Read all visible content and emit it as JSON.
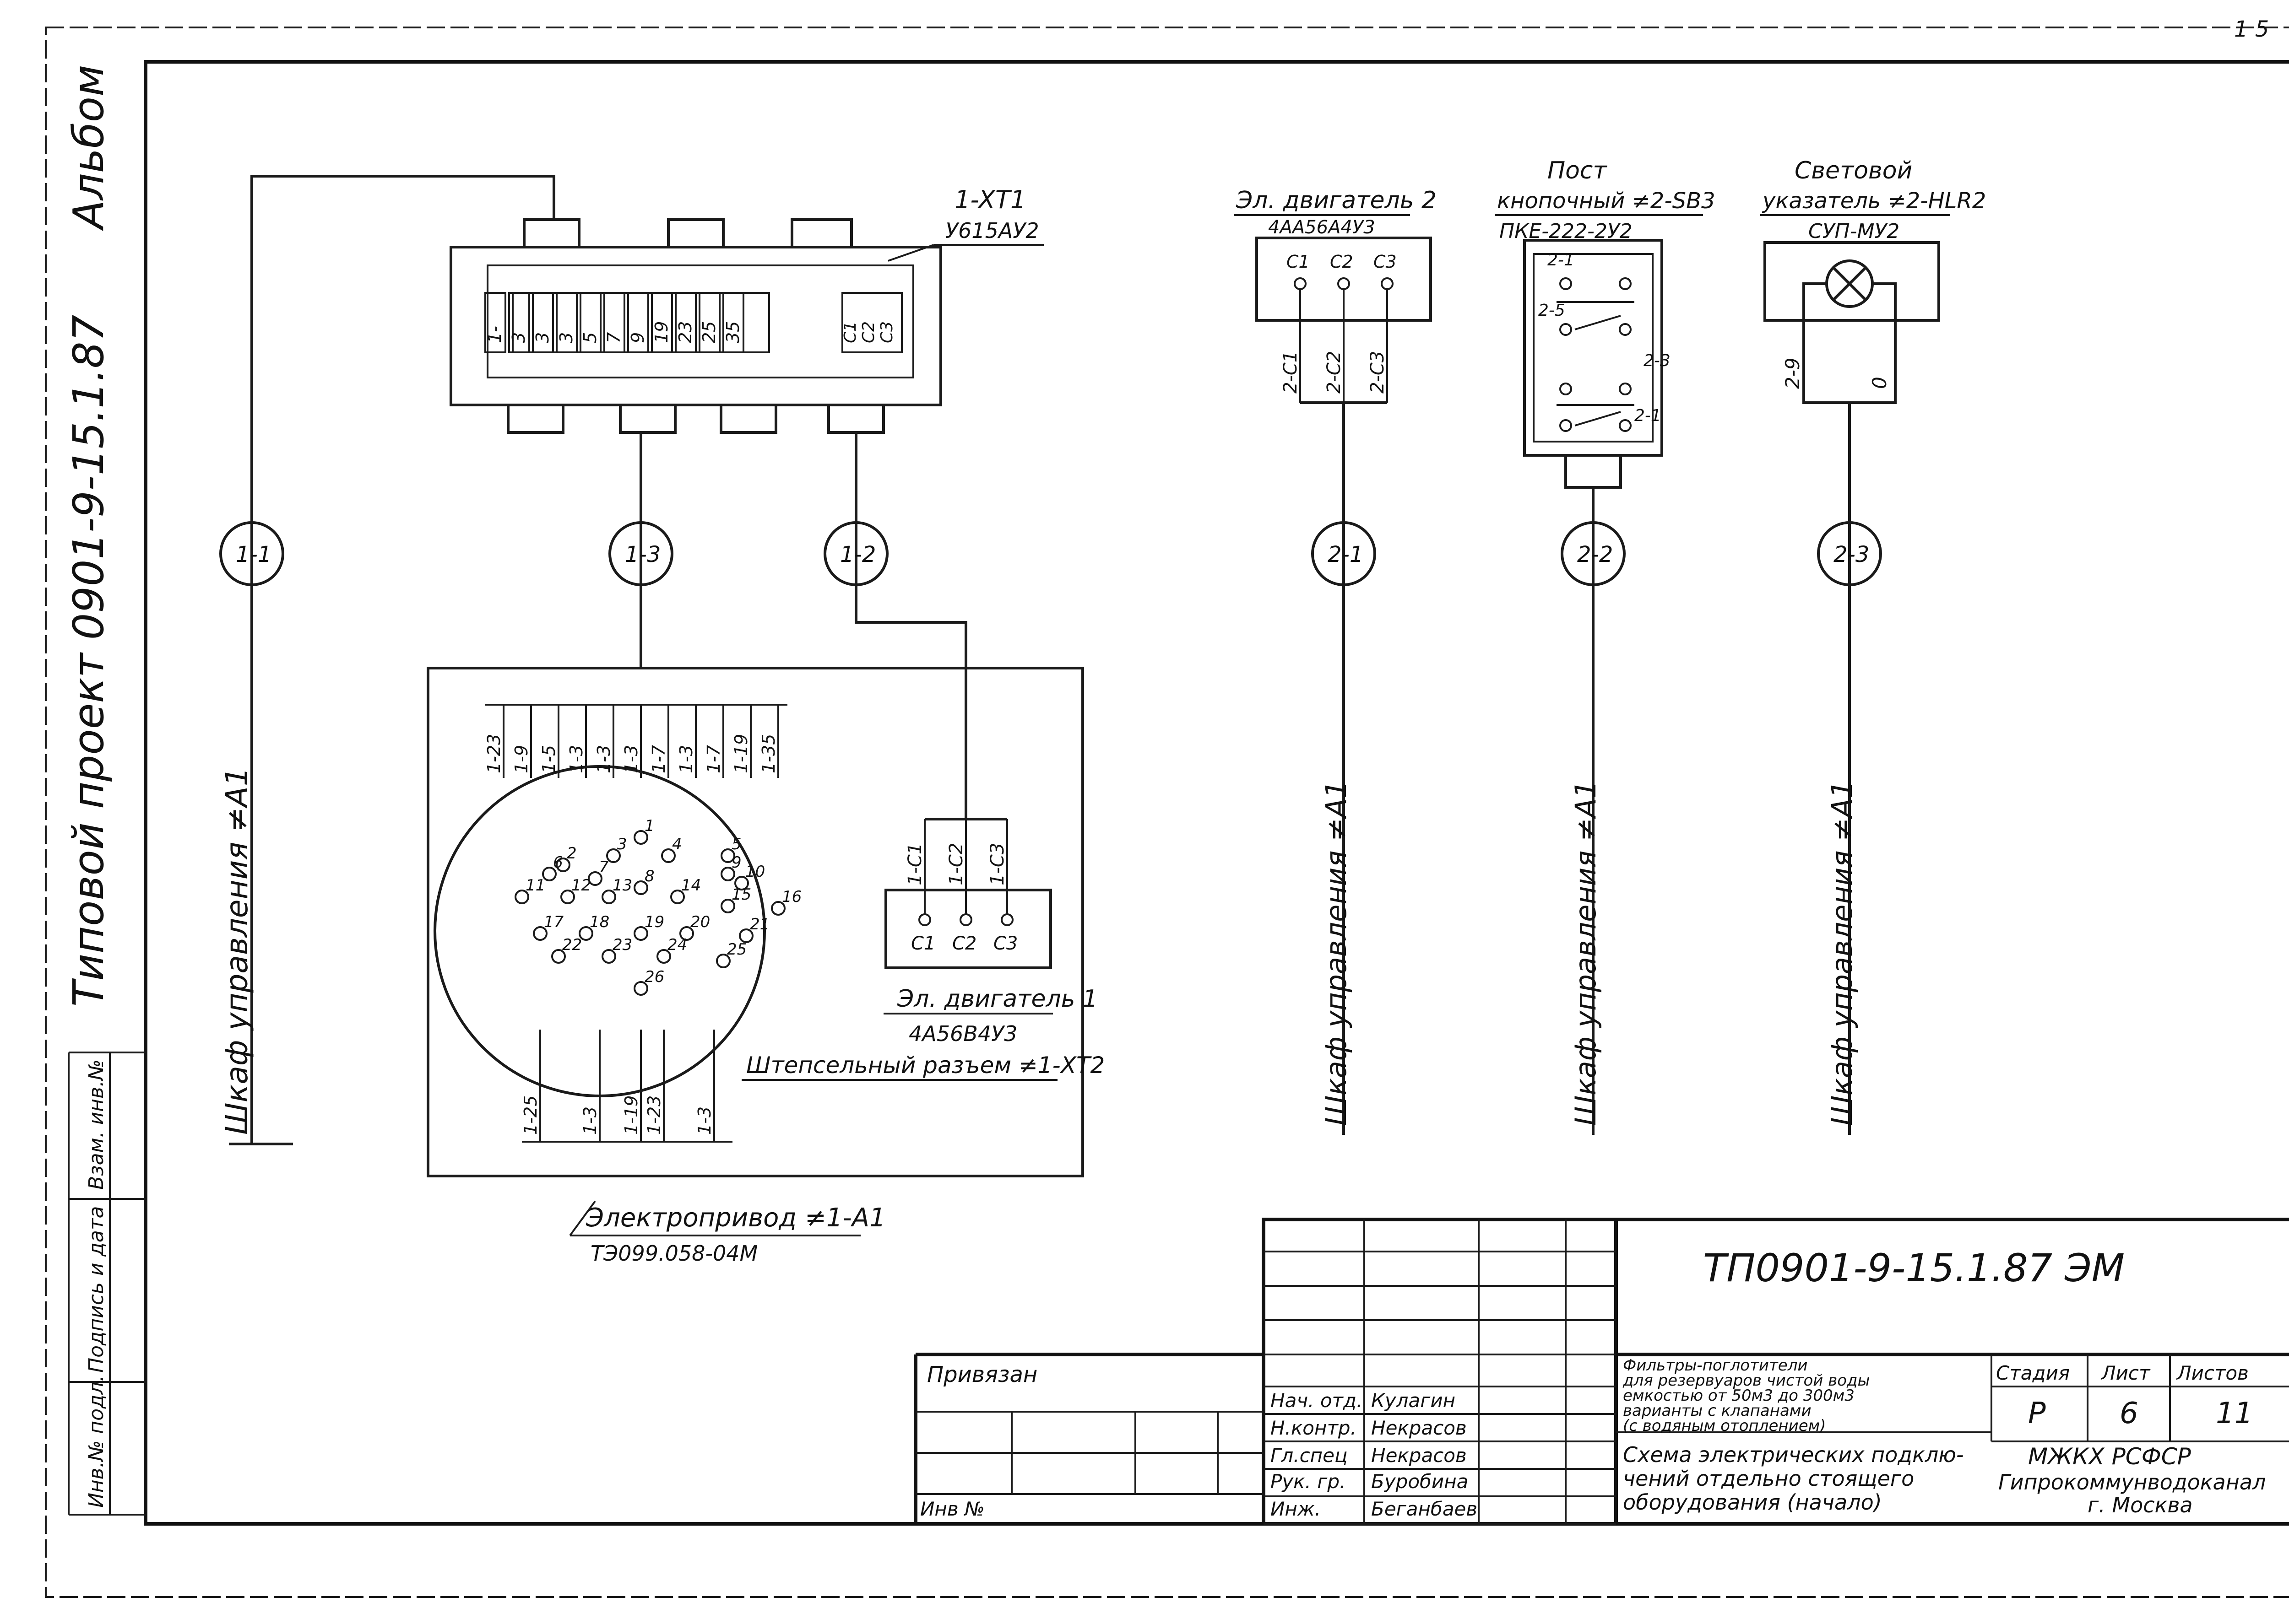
{
  "side_stamp": {
    "album": "Альбом",
    "title": "Типовой  проект 0901-9-15.1.87",
    "fields": [
      "Инв.№ подл.",
      "Подпись и дата",
      "Взам. инв.№"
    ]
  },
  "cables": {
    "c1_1": "1-1",
    "c1_3": "1-3",
    "c1_2": "1-2",
    "c2_1": "2-1",
    "c2_2": "2-2",
    "c2_3": "2-3",
    "cabinet_label": "Шкаф управления ≠A1"
  },
  "terminal_block": {
    "name": "1-XT1",
    "type": "У615АУ2",
    "left_terminals": [
      "1-",
      "3",
      "3",
      "3",
      "5",
      "7",
      "9",
      "19",
      "23",
      "25",
      "35"
    ],
    "right_terminals": [
      "C1",
      "C2",
      "C3"
    ]
  },
  "motor2": {
    "title": "Эл. двигатель 2",
    "type": "4АА56А4У3",
    "terminals": [
      "C1",
      "C2",
      "C3"
    ],
    "wires": [
      "2-C1",
      "2-C2",
      "2-C3"
    ]
  },
  "pushbutton": {
    "title": "Пост",
    "subtitle": "кнопочный ≠2-SB3",
    "type": "ПКЕ-222-2У2",
    "contacts": [
      "2-1",
      "2-5",
      "2-3",
      "2-1"
    ]
  },
  "lamp": {
    "title": "Световой",
    "subtitle": "указатель ≠2-HLR2",
    "type": "СУП-МУ2",
    "wires": [
      "2-9",
      "0"
    ]
  },
  "drive": {
    "top_wires": [
      "1-23",
      "1-9",
      "1-5",
      "1-3",
      "1-3",
      "1-3",
      "1-7",
      "1-3",
      "1-7",
      "1-19",
      "1-35"
    ],
    "pin_numbers": [
      "1",
      "2",
      "3",
      "4",
      "5",
      "6",
      "7",
      "8",
      "9",
      "10",
      "11",
      "12",
      "13",
      "14",
      "15",
      "16",
      "17",
      "18",
      "19",
      "20",
      "21",
      "22",
      "23",
      "24",
      "25",
      "26"
    ],
    "bottom_wires": [
      "1-25",
      "1-3",
      "1-19",
      "1-23",
      "1-3"
    ],
    "connector_label": "Штепсельный разъем ≠1-XT2",
    "title": "Электропривод ≠1-A1",
    "type": "ТЭ099.058-04М"
  },
  "motor1": {
    "wires": [
      "1-C1",
      "1-C2",
      "1-C3"
    ],
    "terminals": [
      "C1",
      "C2",
      "C3"
    ],
    "title": "Эл. двигатель 1",
    "type": "4А56В4У3"
  },
  "title_block": {
    "code": "ТП0901-9-15.1.87",
    "mark": "ЭМ",
    "linked": "Привязан",
    "inv": "Инв №",
    "roles": [
      "Нач. отд.",
      "Н.контр.",
      "Гл.спец",
      "Рук. гр.",
      "Инж."
    ],
    "names": [
      "Кулагин",
      "Некрасов",
      "Некрасов",
      "Буробина",
      "Беганбаев"
    ],
    "object_desc": [
      "Фильтры-поглотители",
      "для резервуаров чистой воды",
      "емкостью от 50м3 до 300м3",
      "варианты с клапанами",
      "(с водяным отоплением)"
    ],
    "sheet_title": [
      "Схема электрических подклю-",
      "чений отдельно стоящего",
      "оборудования (начало)"
    ],
    "stage_label": "Стадия",
    "sheet_label": "Лист",
    "sheets_label": "Листов",
    "stage": "Р",
    "sheet": "6",
    "sheets": "11",
    "org": [
      "МЖКХ РСФСР",
      "Гипрокоммунводоканал",
      "г. Москва"
    ]
  },
  "corner_mark": "1 5"
}
